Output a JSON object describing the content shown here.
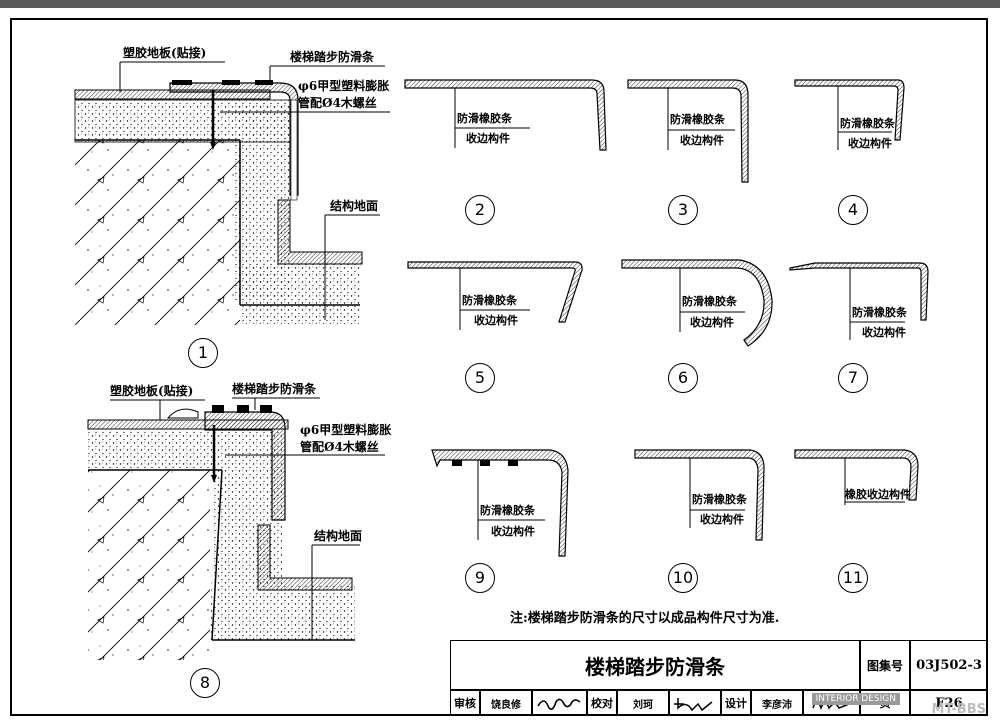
{
  "details": {
    "d1": {
      "label_floor": "塑胶地板(贴接)",
      "label_strip": "楼梯踏步防滑条",
      "label_anchor_1": "φ6甲型塑料膨胀",
      "label_anchor_2": "管配Ø4木螺丝",
      "label_struct": "结构地面",
      "num": "1"
    },
    "d8": {
      "label_floor": "塑胶地板(贴接)",
      "label_strip": "楼梯踏步防滑条",
      "label_anchor_1": "φ6甲型塑料膨胀",
      "label_anchor_2": "管配Ø4木螺丝",
      "label_struct": "结构地面",
      "num": "8"
    }
  },
  "profiles": [
    {
      "num": "2",
      "top": "防滑橡胶条",
      "bottom": "收边构件"
    },
    {
      "num": "3",
      "top": "防滑橡胶条",
      "bottom": "收边构件"
    },
    {
      "num": "4",
      "top": "防滑橡胶条",
      "bottom": "收边构件"
    },
    {
      "num": "5",
      "top": "防滑橡胶条",
      "bottom": "收边构件"
    },
    {
      "num": "6",
      "top": "防滑橡胶条",
      "bottom": "收边构件"
    },
    {
      "num": "7",
      "top": "防滑橡胶条",
      "bottom": "收边构件"
    },
    {
      "num": "9",
      "top": "防滑橡胶条",
      "bottom": "收边构件"
    },
    {
      "num": "10",
      "top": "防滑橡胶条",
      "bottom": "收边构件"
    },
    {
      "num": "11",
      "top": "橡胶收边构件",
      "bottom": ""
    }
  ],
  "note": "注:楼梯踏步防滑条的尺寸以成品构件尺寸为准.",
  "title_block": {
    "title": "楼梯踏步防滑条",
    "atlas_label": "图集号",
    "atlas_no": "03J502-3",
    "review_label": "审核",
    "reviewer": "饶良修",
    "check_label": "校对",
    "checker": "刘珂",
    "design_label": "设计",
    "designer": "李彦沛",
    "page_label": "页",
    "page_no": "F26"
  },
  "watermark": {
    "text": "MT-BBS",
    "badge": "INTERIOR DESIGN"
  }
}
